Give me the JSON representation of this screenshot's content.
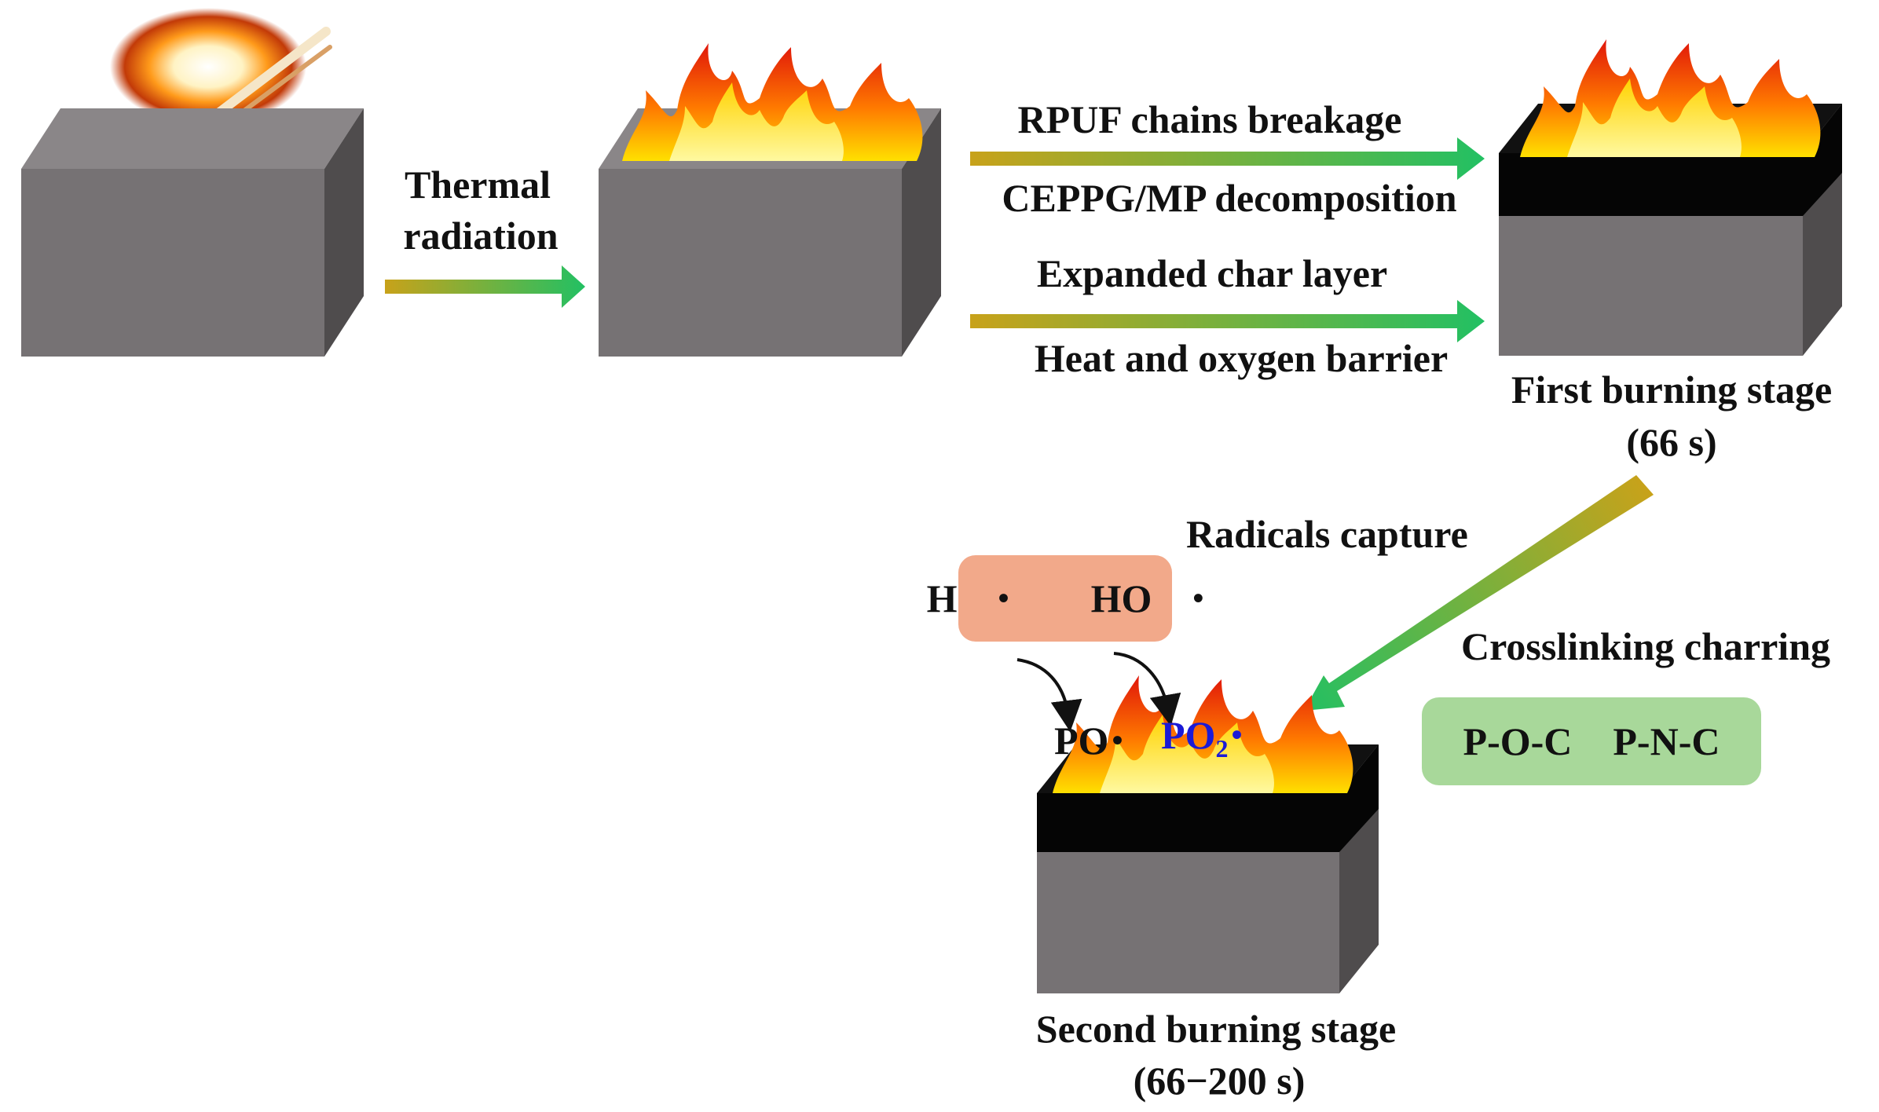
{
  "labels": {
    "thermal": "Thermal",
    "radiation": "radiation",
    "rpuf": "RPUF chains breakage",
    "ceppg": "CEPPG/MP decomposition",
    "expanded": "Expanded char layer",
    "heat": "Heat and oxygen barrier",
    "first_stage": "First burning stage",
    "first_time": "(66 s)",
    "radicals": "Radicals capture",
    "crosslinking": "Crosslinking charring",
    "second_stage": "Second burning stage",
    "second_time": "(66−200 s)"
  },
  "radicals_box": {
    "h": "H",
    "ho": "HO",
    "fill": "#f2a98a"
  },
  "products": {
    "po": "PO",
    "po2_base": "PO",
    "po2_sub": "2",
    "po2_color": "#1a1ad6"
  },
  "crosslink_box": {
    "poc": "P-O-C",
    "pnc": "P-N-C",
    "fill": "#a8d89a"
  },
  "colors": {
    "block_front": "#767274",
    "block_top": "#8a8688",
    "block_side": "#4f4c4d",
    "char": "#050505",
    "arrow_start": "#c8a21a",
    "arrow_end": "#22c063"
  }
}
